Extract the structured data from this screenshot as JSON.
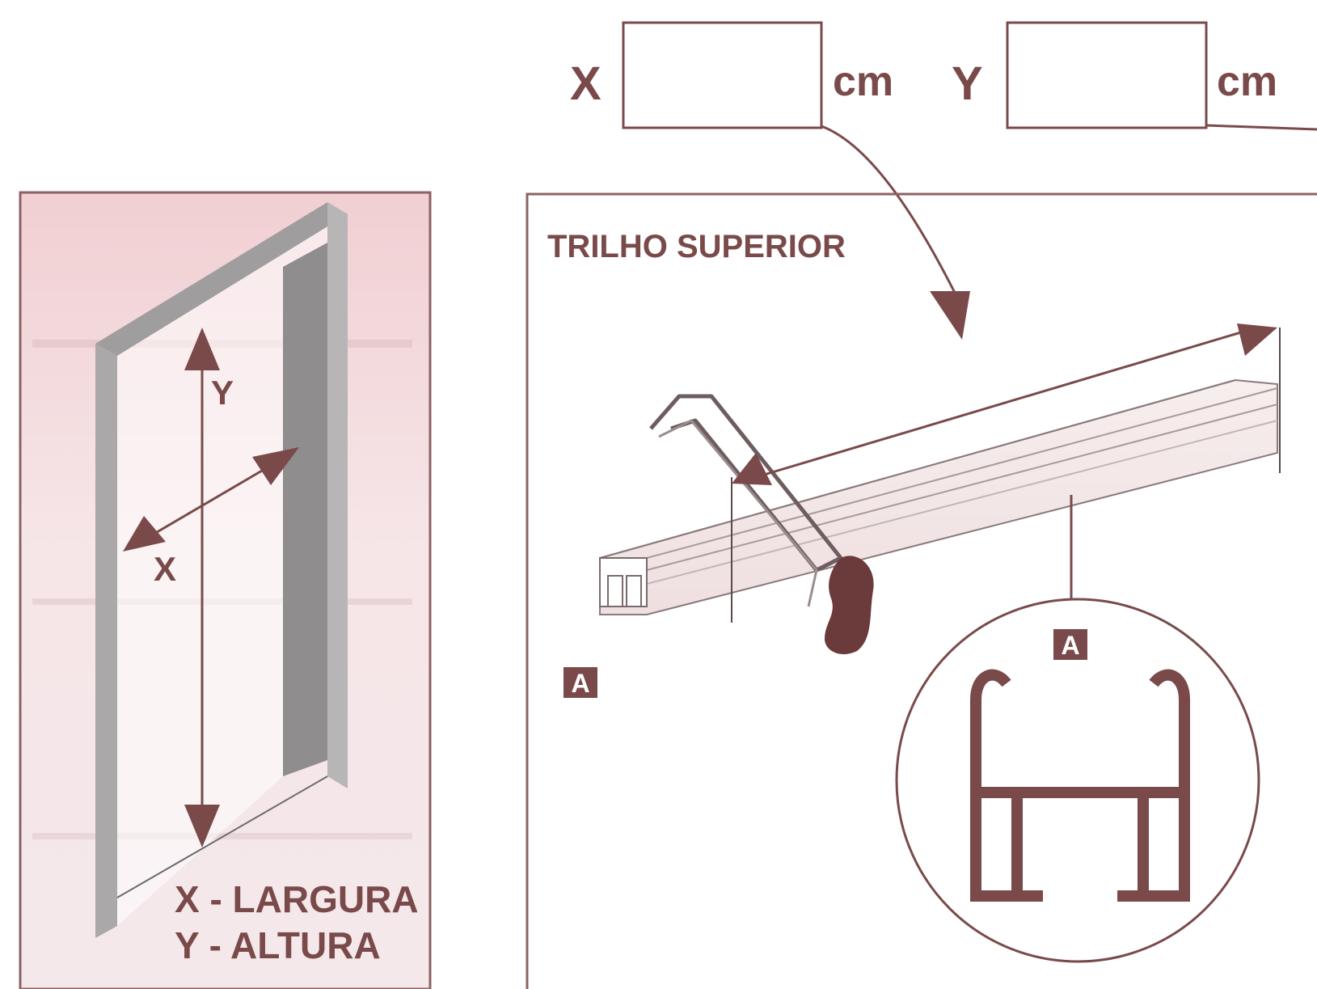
{
  "measure": {
    "x_letter": "X",
    "x_unit": "cm",
    "y_letter": "Y",
    "y_unit": "cm"
  },
  "door_panel": {
    "height_label": "Y",
    "width_label": "X",
    "legend_line1": "X - LARGURA",
    "legend_line2": "Y - ALTURA"
  },
  "rail_panel": {
    "title": "TRILHO SUPERIOR",
    "tag": "A",
    "detail_tag": "A"
  },
  "colors": {
    "ink": "#7a4a4a",
    "hand": "#6b3a3a",
    "pink_bg": "#f3d6d8"
  }
}
